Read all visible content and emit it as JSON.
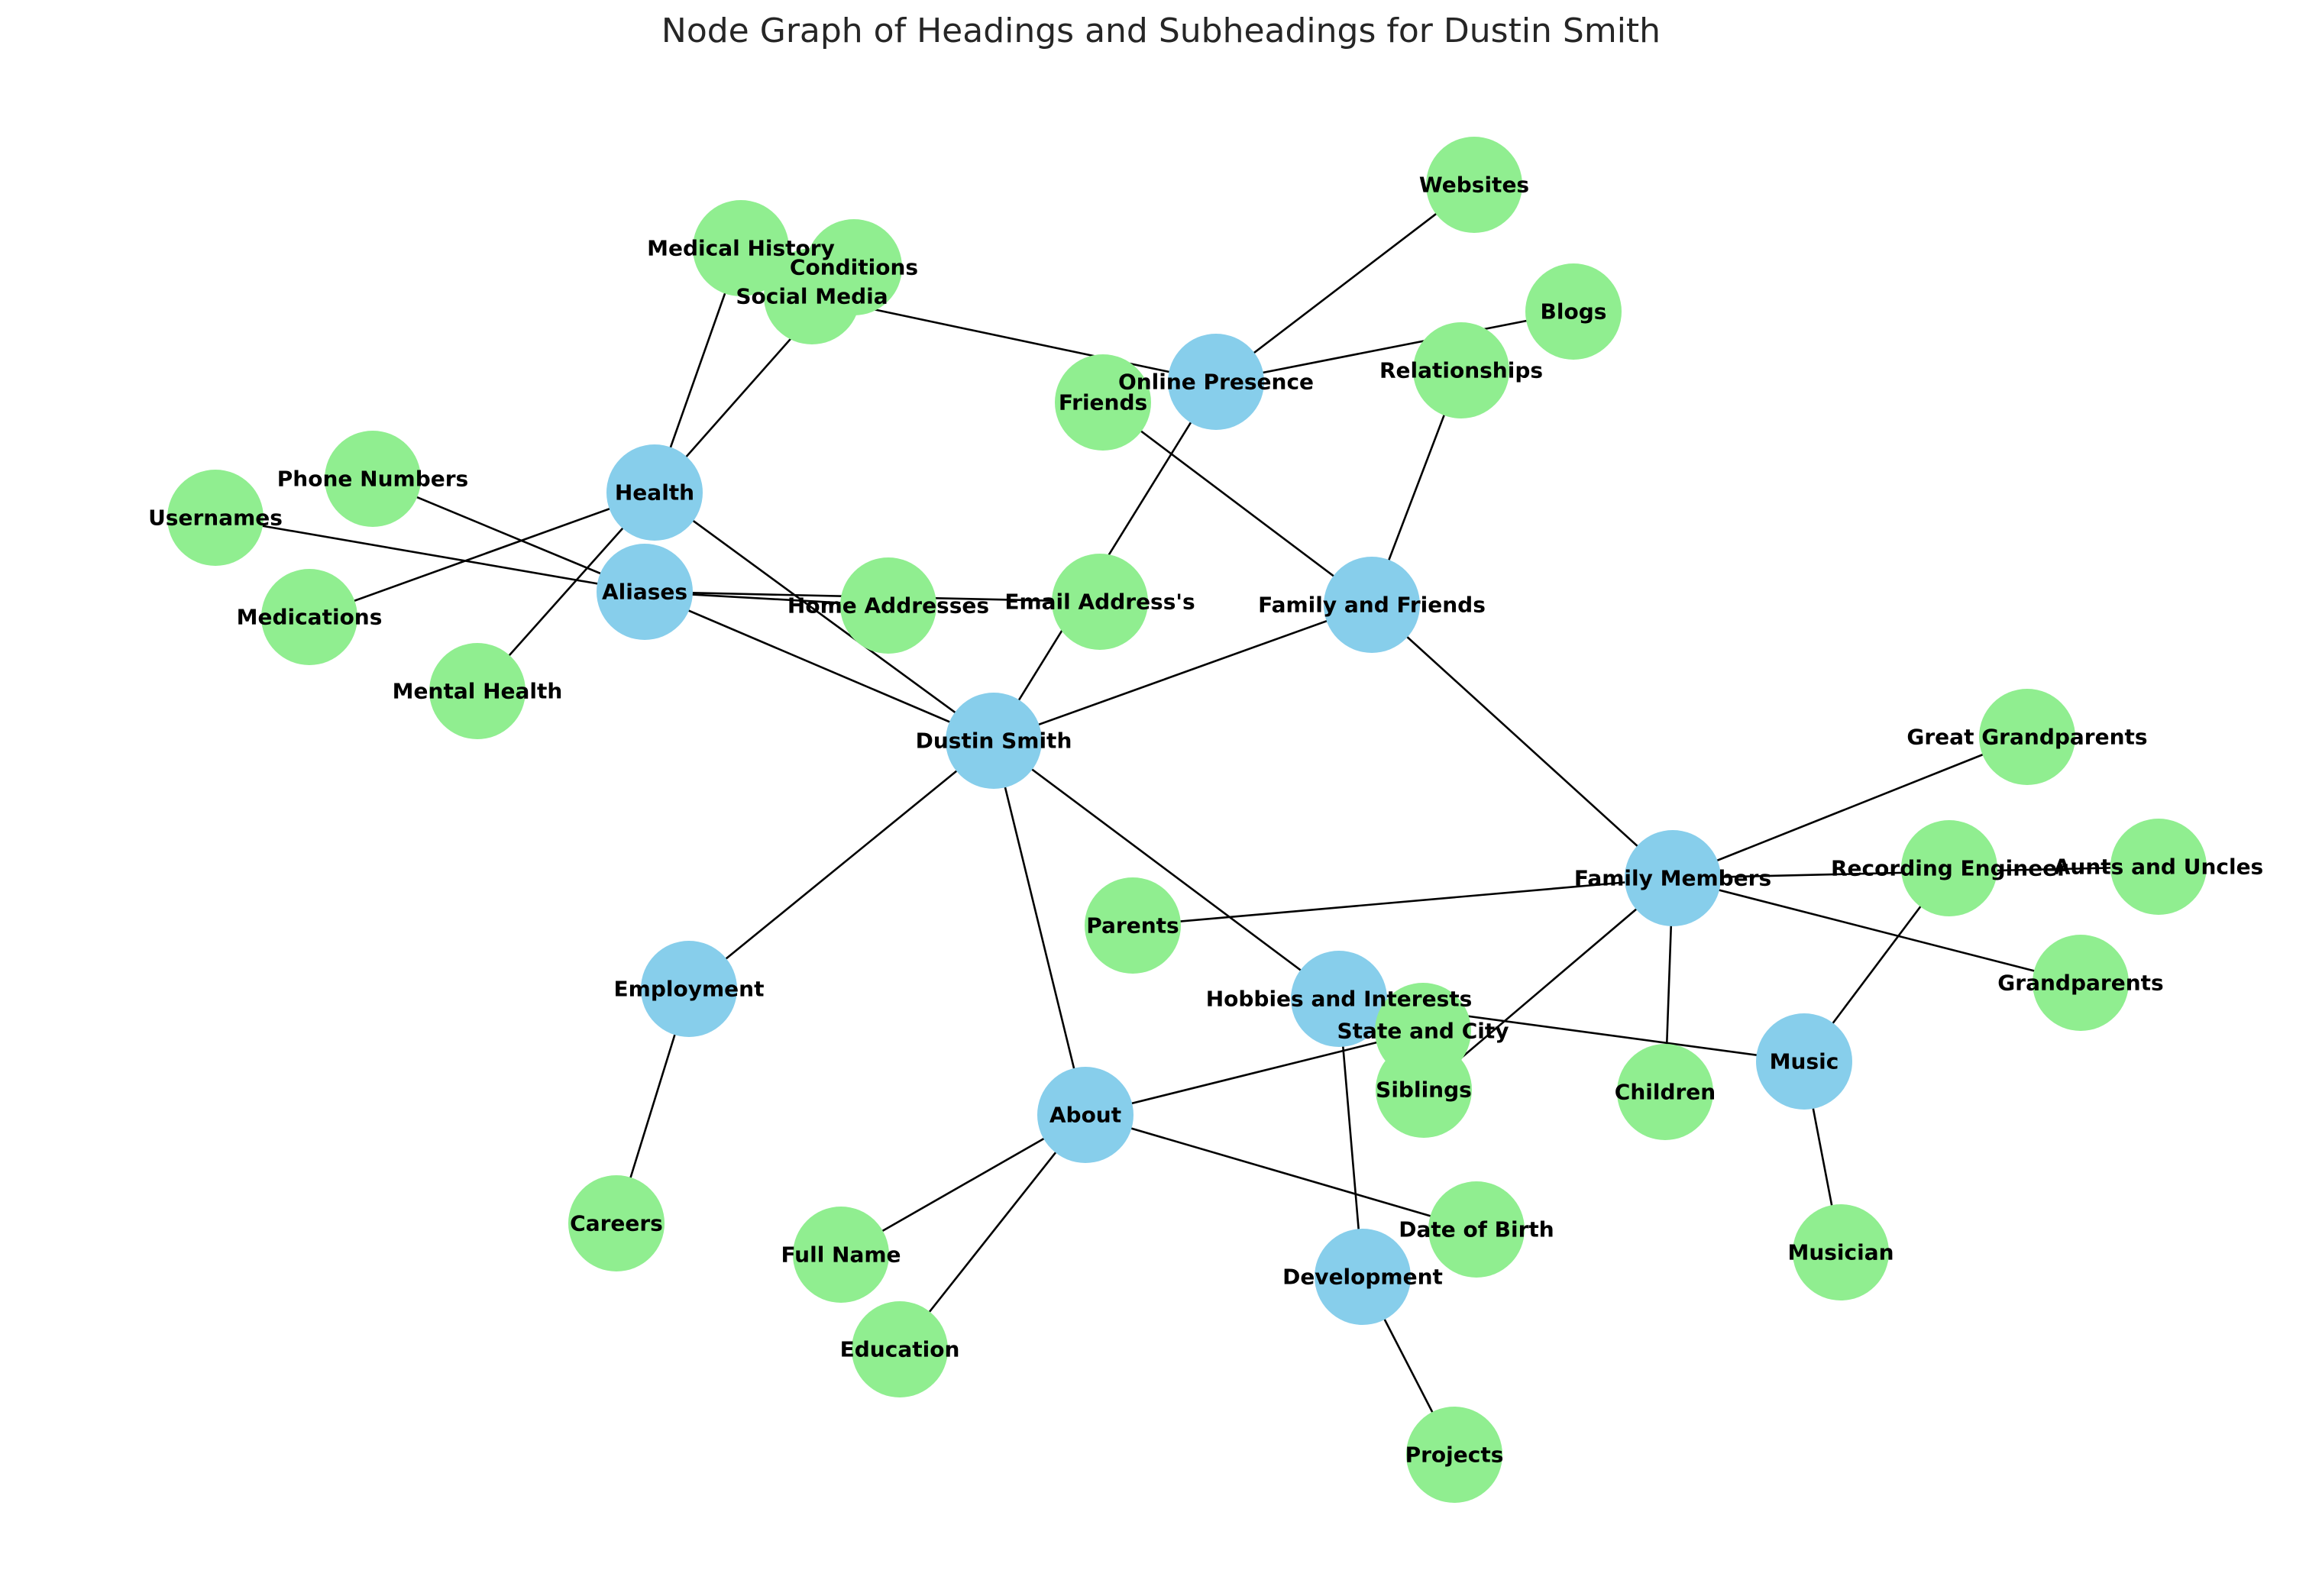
{
  "title": "Node Graph of Headings and Subheadings for Dustin Smith",
  "colors": {
    "heading": "#87CEEB",
    "subheading": "#90EE90",
    "edge": "#000000"
  },
  "nodes": [
    {
      "label": "Dustin Smith",
      "kind": "heading"
    },
    {
      "label": "About",
      "kind": "heading"
    },
    {
      "label": "Aliases",
      "kind": "heading"
    },
    {
      "label": "Health",
      "kind": "heading"
    },
    {
      "label": "Online Presence",
      "kind": "heading"
    },
    {
      "label": "Family and Friends",
      "kind": "heading"
    },
    {
      "label": "Family Members",
      "kind": "heading"
    },
    {
      "label": "Employment",
      "kind": "heading"
    },
    {
      "label": "Hobbies and Interests",
      "kind": "heading"
    },
    {
      "label": "Music",
      "kind": "heading"
    },
    {
      "label": "Development",
      "kind": "heading"
    },
    {
      "label": "Full Name",
      "kind": "subheading"
    },
    {
      "label": "Education",
      "kind": "subheading"
    },
    {
      "label": "Date of Birth",
      "kind": "subheading"
    },
    {
      "label": "State and City",
      "kind": "subheading"
    },
    {
      "label": "Usernames",
      "kind": "subheading"
    },
    {
      "label": "Phone Numbers",
      "kind": "subheading"
    },
    {
      "label": "Email Address's",
      "kind": "subheading"
    },
    {
      "label": "Home Addresses",
      "kind": "subheading"
    },
    {
      "label": "Medical History",
      "kind": "subheading"
    },
    {
      "label": "Conditions",
      "kind": "subheading"
    },
    {
      "label": "Medications",
      "kind": "subheading"
    },
    {
      "label": "Mental Health",
      "kind": "subheading"
    },
    {
      "label": "Social Media",
      "kind": "subheading"
    },
    {
      "label": "Websites",
      "kind": "subheading"
    },
    {
      "label": "Blogs",
      "kind": "subheading"
    },
    {
      "label": "Friends",
      "kind": "subheading"
    },
    {
      "label": "Relationships",
      "kind": "subheading"
    },
    {
      "label": "Parents",
      "kind": "subheading"
    },
    {
      "label": "Siblings",
      "kind": "subheading"
    },
    {
      "label": "Children",
      "kind": "subheading"
    },
    {
      "label": "Grandparents",
      "kind": "subheading"
    },
    {
      "label": "Great Grandparents",
      "kind": "subheading"
    },
    {
      "label": "Aunts and Uncles",
      "kind": "subheading"
    },
    {
      "label": "Careers",
      "kind": "subheading"
    },
    {
      "label": "Recording Engineer",
      "kind": "subheading"
    },
    {
      "label": "Musician",
      "kind": "subheading"
    },
    {
      "label": "Projects",
      "kind": "subheading"
    }
  ],
  "edges": [
    [
      "Dustin Smith",
      "About"
    ],
    [
      "Dustin Smith",
      "Aliases"
    ],
    [
      "Dustin Smith",
      "Health"
    ],
    [
      "Dustin Smith",
      "Online Presence"
    ],
    [
      "Dustin Smith",
      "Family and Friends"
    ],
    [
      "Dustin Smith",
      "Employment"
    ],
    [
      "Dustin Smith",
      "Hobbies and Interests"
    ],
    [
      "About",
      "Full Name"
    ],
    [
      "About",
      "Education"
    ],
    [
      "About",
      "Date of Birth"
    ],
    [
      "About",
      "State and City"
    ],
    [
      "Aliases",
      "Usernames"
    ],
    [
      "Aliases",
      "Phone Numbers"
    ],
    [
      "Aliases",
      "Email Address's"
    ],
    [
      "Aliases",
      "Home Addresses"
    ],
    [
      "Health",
      "Medical History"
    ],
    [
      "Health",
      "Conditions"
    ],
    [
      "Health",
      "Medications"
    ],
    [
      "Health",
      "Mental Health"
    ],
    [
      "Online Presence",
      "Social Media"
    ],
    [
      "Online Presence",
      "Websites"
    ],
    [
      "Online Presence",
      "Blogs"
    ],
    [
      "Family and Friends",
      "Family Members"
    ],
    [
      "Family and Friends",
      "Friends"
    ],
    [
      "Family and Friends",
      "Relationships"
    ],
    [
      "Family Members",
      "Parents"
    ],
    [
      "Family Members",
      "Siblings"
    ],
    [
      "Family Members",
      "Children"
    ],
    [
      "Family Members",
      "Grandparents"
    ],
    [
      "Family Members",
      "Great Grandparents"
    ],
    [
      "Family Members",
      "Aunts and Uncles"
    ],
    [
      "Employment",
      "Careers"
    ],
    [
      "Hobbies and Interests",
      "Music"
    ],
    [
      "Hobbies and Interests",
      "Development"
    ],
    [
      "Music",
      "Recording Engineer"
    ],
    [
      "Music",
      "Musician"
    ],
    [
      "Development",
      "Projects"
    ]
  ]
}
